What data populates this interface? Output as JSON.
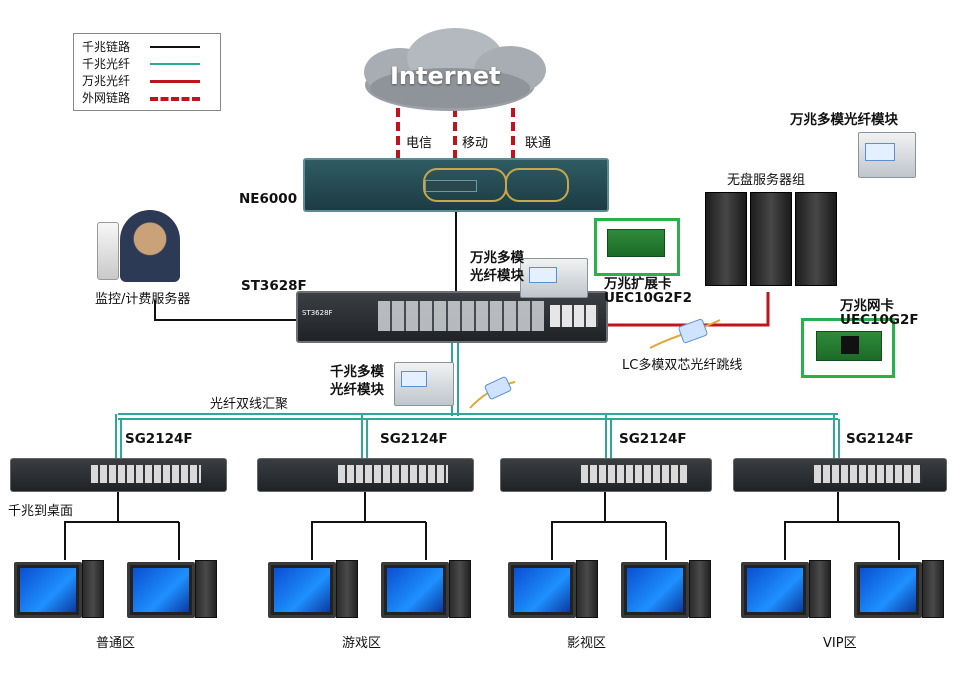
{
  "legend": {
    "items": [
      {
        "label": "千兆链路",
        "color": "#111111",
        "style": "solid"
      },
      {
        "label": "千兆光纤",
        "color": "#2fa89a",
        "style": "solid"
      },
      {
        "label": "万兆光纤",
        "color": "#c0141c",
        "style": "solid"
      },
      {
        "label": "外网链路",
        "color": "#c0141c",
        "style": "dashed"
      }
    ]
  },
  "cloud": {
    "label": "Internet"
  },
  "isp": {
    "telecom": "电信",
    "mobile": "移动",
    "unicom": "联通"
  },
  "router": {
    "label": "NE6000"
  },
  "core_switch": {
    "label": "ST3628F",
    "badge": "ST3628F"
  },
  "monitor_server": {
    "label": "监控/计费服务器"
  },
  "module_10g_top": {
    "label": "万兆多模光纤模块"
  },
  "module_10g_mid": {
    "line1": "万兆多模",
    "line2": "光纤模块"
  },
  "expansion_card": {
    "line1": "万兆扩展卡",
    "line2": "UEC10G2F2"
  },
  "server_group": {
    "label": "无盘服务器组"
  },
  "nic_card": {
    "line1": "万兆网卡",
    "line2": "UEC10G2F"
  },
  "patch_cord": {
    "label": "LC多模双芯光纤跳线"
  },
  "module_1g": {
    "line1": "千兆多模",
    "line2": "光纤模块"
  },
  "aggregation": {
    "label": "光纤双线汇聚"
  },
  "access_switches": [
    {
      "label": "SG2124F"
    },
    {
      "label": "SG2124F"
    },
    {
      "label": "SG2124F"
    },
    {
      "label": "SG2124F"
    }
  ],
  "desktop_link": {
    "label": "千兆到桌面"
  },
  "zones": [
    {
      "label": "普通区"
    },
    {
      "label": "游戏区"
    },
    {
      "label": "影视区"
    },
    {
      "label": "VIP区"
    }
  ],
  "colors": {
    "gigabit_link": "#111111",
    "gigabit_fiber": "#2fa89a",
    "ten_gig_fiber": "#c0141c",
    "wan_link": "#c0141c",
    "highlight_box": "#27b24a"
  }
}
